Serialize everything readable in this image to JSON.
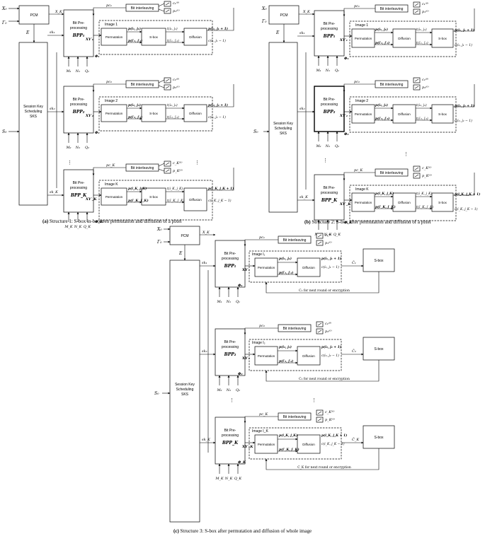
{
  "captions": {
    "a": {
      "tag": "(a)",
      "text": "Structure 1: S-box in-between permutation and diffusion of a pixel"
    },
    "b": {
      "tag": "(b)",
      "text": "Structure 2: S-box after permutation and diffusion of a pixel"
    },
    "c": {
      "tag": "(c)",
      "text": "Structure 3: S-box after permutation and diffusion of whole image"
    }
  },
  "labels": {
    "pcm": "PCM",
    "sks": [
      "Session Key",
      "Scheduling",
      "SKS"
    ],
    "bpp_head": [
      "Bit Pre-",
      "processing"
    ],
    "bit_interleaving": "Bit interleaving",
    "permutation": "Permutation",
    "sbox": "S-box",
    "diffusion": "Diffusion",
    "next_round": "for next round or encryption",
    "x0": "X₀",
    "gamma0": "Γ₀",
    "e": "E",
    "s0": "S₀",
    "xk": "X_K",
    "dots": "⋮"
  },
  "stages": [
    {
      "bpp": "BPP₁",
      "image_a": "Image 1",
      "image_c": "Image I₁",
      "sk": "sk₁",
      "pc": "pc₁",
      "xy": "XY′₁",
      "phi": "Φ₁",
      "m": "M₁",
      "n": "N₁",
      "q": "Q₁",
      "c0": "c₁⁽⁰⁾",
      "p0": "p₁⁽⁰⁾",
      "p1": "p(i₁, j₁)",
      "p2": "p(i′₁, j′₁)",
      "t1": "t(i₁, j₁)",
      "t2": "t(i′₁, j′₁)",
      "o1": "p(i₁, j₁ + 1)",
      "o2": "c(i₁, j₁ − 1)",
      "ct": "C̃₁",
      "cn": "C₁"
    },
    {
      "bpp": "BPP₂",
      "image_a": "Image 2",
      "image_c": "Image I₂",
      "sk": "sk₂",
      "pc": "pc₂",
      "xy": "XY′₂",
      "phi": "Φ₂",
      "m": "M₂",
      "n": "N₂",
      "q": "Q₂",
      "c0": "c₂⁽⁰⁾",
      "p0": "p₂⁽⁰⁾",
      "p1": "p(i₂, j₂)",
      "p2": "p(i′₂, j′₂)",
      "t1": "t(i₂, j₂)",
      "t2": "t(i′₂, j′₂)",
      "o1": "p(i₂, j₂ + 1)",
      "o2": "c(i₂, j₂ − 1)",
      "ct": "C̃₂",
      "cn": "C₂"
    },
    {
      "bpp": "BPP_K",
      "image_a": "Image K",
      "image_c": "Image I_K",
      "sk": "sk_K",
      "pc": "pc_K",
      "xy": "XY′_K",
      "phi": "Φ_K",
      "m": "M_K",
      "n": "N_K",
      "q": "Q_K",
      "c0": "c_K⁽⁰⁾",
      "p0": "p_K⁽⁰⁾",
      "p1": "p(i_K, j_K)",
      "p2": "p(i′_K, j′_K)",
      "t1": "t(i_K, j_K)",
      "t2": "t(i′_K, j′_K)",
      "o1": "p(i_K, j_K + 1)",
      "o2": "c(i_K, j_K − 1)",
      "ct": "C̃_K",
      "cn": "C_K"
    }
  ]
}
